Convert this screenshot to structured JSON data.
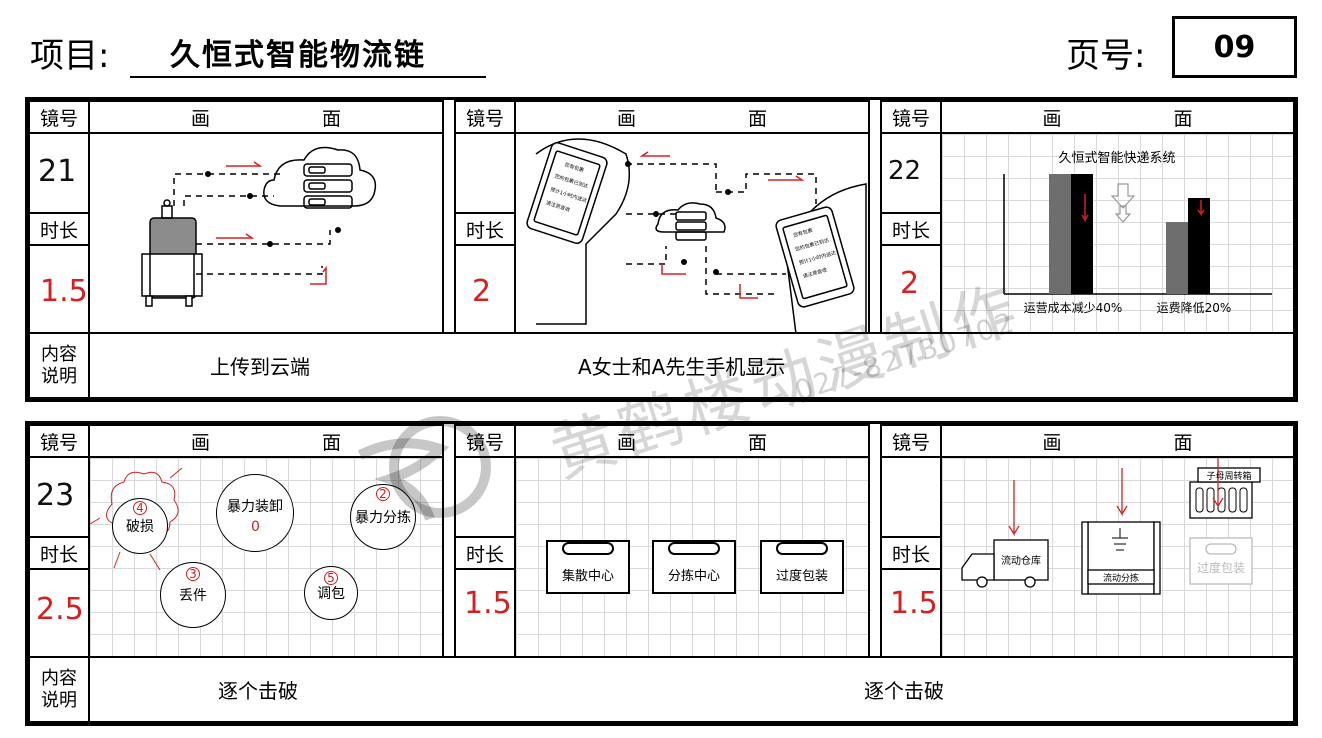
{
  "header": {
    "project_label": "项目:",
    "project_title": "久恒式智能物流链",
    "page_label": "页号:",
    "page_number": "09"
  },
  "labels": {
    "shot": "镜号",
    "frame_left": "画",
    "frame_right": "面",
    "duration": "时长",
    "content_1": "内容",
    "content_2": "说明"
  },
  "row1": {
    "panels": [
      {
        "shot": "21",
        "duration": "1.5"
      },
      {
        "shot": "",
        "duration": "2"
      },
      {
        "shot": "22",
        "duration": "2"
      }
    ],
    "desc_left": "上传到云端",
    "desc_right": "A女士和A先生手机显示",
    "phone1_lines": [
      "您有包裹",
      "您的包裹已到达",
      "预计1小时内送达",
      "请注意查收"
    ],
    "phone2_lines": [
      "您有包裹",
      "您的包裹已到达",
      "预计1小时内送达",
      "请注意查收"
    ],
    "chart_title": "久恒式智能快递系统",
    "chart_label_a": "运营成本减少40%",
    "chart_label_b": "运费降低20%"
  },
  "row2": {
    "panels": [
      {
        "shot": "23",
        "duration": "2.5"
      },
      {
        "shot": "",
        "duration": "1.5"
      },
      {
        "shot": "",
        "duration": "1.5"
      }
    ],
    "desc_left": "逐个击破",
    "desc_right": "逐个击破",
    "circles": [
      {
        "label": "破损",
        "mark": "4"
      },
      {
        "label": "暴力装卸",
        "mark": "0"
      },
      {
        "label": "暴力分拣",
        "mark": "2"
      },
      {
        "label": "丢件",
        "mark": "3"
      },
      {
        "label": "调包",
        "mark": "5"
      }
    ],
    "centers": [
      "集散中心",
      "分拣中心",
      "过度包装"
    ],
    "truck_label": "流动仓库",
    "sorter_label": "流动分拣",
    "tote_label": "子母周转箱",
    "faded_label": "过度包装"
  },
  "watermark": {
    "text": "黄鹤楼动漫制作",
    "phone": "027-82730702"
  },
  "chart_data": {
    "type": "bar",
    "title": "久恒式智能快递系统",
    "categories": [
      "运营成本减少40%",
      "运费降低20%"
    ],
    "series": [
      {
        "values": [
          100,
          60
        ]
      },
      {
        "values": [
          100,
          80
        ]
      }
    ],
    "note": ""
  },
  "colors": {
    "red": "#d62020",
    "grid": "#d9d9d9"
  }
}
